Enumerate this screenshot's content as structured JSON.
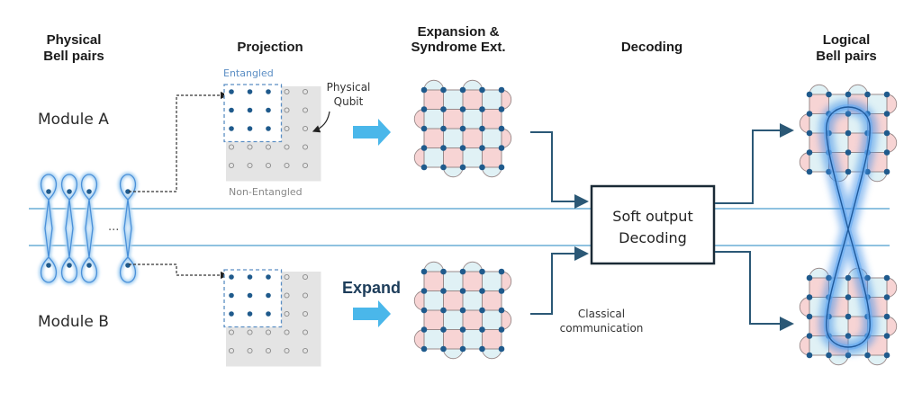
{
  "headers": {
    "physical_bell_pairs": [
      "Physical",
      "Bell pairs"
    ],
    "projection": "Projection",
    "expansion": [
      "Expansion &",
      "Syndrome Ext."
    ],
    "decoding": "Decoding",
    "logical_bell_pairs": [
      "Logical",
      "Bell pairs"
    ]
  },
  "modules": {
    "a": "Module A",
    "b": "Module B"
  },
  "projection": {
    "entangled_label": "Entangled",
    "non_entangled_label": "Non-Entangled",
    "physical_qubit_label": [
      "Physical",
      "Qubit"
    ],
    "grid_size": 5,
    "entangled_size": 3
  },
  "bell_pairs": {
    "ellipsis": "...",
    "count_shown": 4
  },
  "expand_label": "Expand",
  "decoder": {
    "label": [
      "Soft output",
      "Decoding"
    ]
  },
  "classical_label": [
    "Classical",
    "communication"
  ],
  "colors": {
    "node": "#1f5a8c",
    "pink": "#f7d4d4",
    "cyan": "#e0f1f5",
    "grid_edge": "#9a8a8a",
    "channel": "#6aaed6",
    "arrow": "#2b5876",
    "accent_arrow": "#4ab7ea",
    "glow": "#3d8fe8",
    "proj_bg": "#e4e4e4",
    "entangled_box": "#5b8ec4"
  }
}
